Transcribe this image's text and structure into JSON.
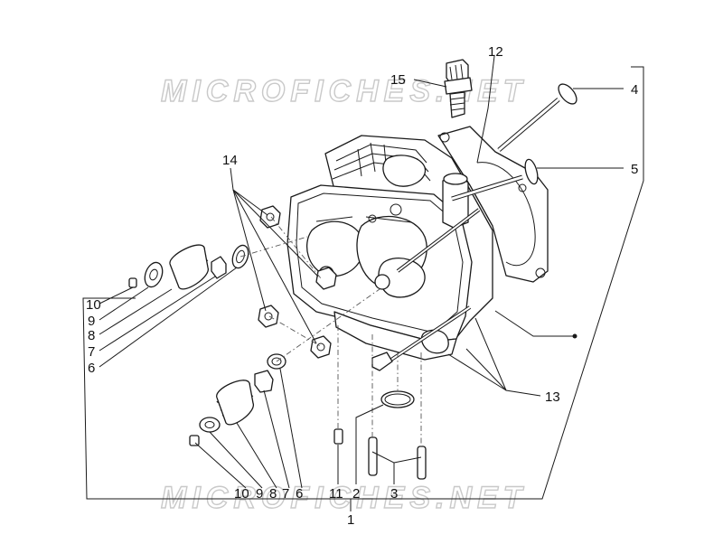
{
  "watermark": {
    "top": "MICROFICHES.NET",
    "bottom": "MICROFICHES.NET"
  },
  "callouts": {
    "c1": "1",
    "c2": "2",
    "c3": "3",
    "c4": "4",
    "c5": "5",
    "c6a": "6",
    "c6b": "6",
    "c7a": "7",
    "c7b": "7",
    "c8a": "8",
    "c8b": "8",
    "c9a": "9",
    "c9b": "9",
    "c10a": "10",
    "c10b": "10",
    "c11": "11",
    "c12": "12",
    "c13": "13",
    "c14": "14",
    "c15": "15"
  }
}
